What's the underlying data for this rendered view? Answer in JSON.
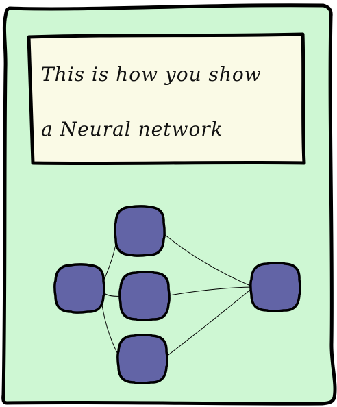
{
  "panel": {
    "background": "#cef7d3",
    "outline": "#000000"
  },
  "caption": {
    "line1": "This is how you show",
    "line2": "a Neural network",
    "background": "#fafae6"
  },
  "network": {
    "node_color": "#6264a6",
    "nodes": [
      {
        "id": "input",
        "layer": "input"
      },
      {
        "id": "hidden-top",
        "layer": "hidden"
      },
      {
        "id": "hidden-middle",
        "layer": "hidden"
      },
      {
        "id": "hidden-bottom",
        "layer": "hidden"
      },
      {
        "id": "output",
        "layer": "output"
      }
    ],
    "edges": [
      [
        "input",
        "hidden-top"
      ],
      [
        "input",
        "hidden-middle"
      ],
      [
        "input",
        "hidden-bottom"
      ],
      [
        "hidden-top",
        "output"
      ],
      [
        "hidden-middle",
        "output"
      ],
      [
        "hidden-bottom",
        "output"
      ]
    ]
  }
}
